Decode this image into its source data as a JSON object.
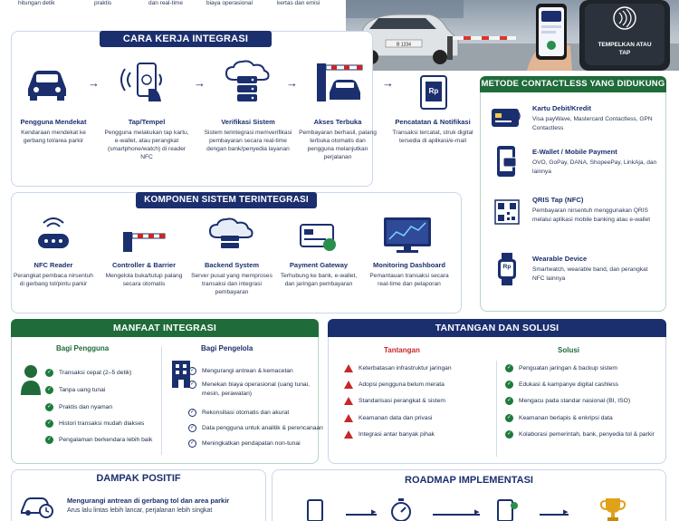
{
  "top_captions": [
    "hitungan detik",
    "praktis",
    "dan real-time",
    "biaya operasional",
    "kertas dan emisi"
  ],
  "hero": {
    "reader_text": "TEMPELKAN ATAU TAP",
    "plate": "B 1234"
  },
  "cara_kerja": {
    "title": "CARA KERJA INTEGRASI",
    "steps": [
      {
        "title": "Pengguna Mendekat",
        "desc": "Kendaraan mendekat ke gerbang tol/area parkir"
      },
      {
        "title": "Tap/Tempel",
        "desc": "Pengguna melakukan tap kartu, e-wallet, atau perangkat (smartphone/watch) di reader NFC"
      },
      {
        "title": "Verifikasi Sistem",
        "desc": "Sistem terintegrasi memverifikasi pembayaran secara real-time dengan bank/penyedia layanan"
      },
      {
        "title": "Akses Terbuka",
        "desc": "Pembayaran berhasil, palang terbuka otomatis dan pengguna melanjutkan perjalanan"
      },
      {
        "title": "Pencatatan & Notifikasi",
        "desc": "Transaksi tercatat, struk digital tersedia di aplikasi/e-mail"
      }
    ],
    "receipt_label": "Rp"
  },
  "metode": {
    "title": "METODE CONTACTLESS YANG DIDUKUNG",
    "items": [
      {
        "title": "Kartu Debit/Kredit",
        "desc": "Visa payWave, Mastercard Contactless, GPN Contactless"
      },
      {
        "title": "E-Wallet / Mobile Payment",
        "desc": "OVO, GoPay, DANA, ShopeePay, LinkAja, dan lainnya"
      },
      {
        "title": "QRIS Tap (NFC)",
        "desc": "Pembayaran nirsentuh menggunakan QRIS melalui aplikasi mobile banking atau e-wallet"
      },
      {
        "title": "Wearable Device",
        "desc": "Smartwatch, wearable band, dan perangkat NFC lainnya"
      }
    ],
    "watch_label": "Rp"
  },
  "komponen": {
    "title": "KOMPONEN SISTEM TERINTEGRASI",
    "items": [
      {
        "title": "NFC Reader",
        "desc": "Perangkat pembaca nirsentuh di gerbang tol/pintu parkir"
      },
      {
        "title": "Controller & Barrier",
        "desc": "Mengelola buka/tutup palang secara otomatis"
      },
      {
        "title": "Backend System",
        "desc": "Server pusat yang memproses transaksi dan integrasi pembayaran"
      },
      {
        "title": "Payment Gateway",
        "desc": "Terhubung ke bank, e-wallet, dan jaringan pembayaran"
      },
      {
        "title": "Monitoring Dashboard",
        "desc": "Pemantauan transaksi secara real-time dan pelaporan"
      }
    ]
  },
  "manfaat": {
    "title": "MANFAAT INTEGRASI",
    "pengguna_title": "Bagi Pengguna",
    "pengguna": [
      "Transaksi cepat (2–5 detik)",
      "Tanpa uang tunai",
      "Praktis dan nyaman",
      "Histori transaksi mudah diakses",
      "Pengalaman berkendara lebih baik"
    ],
    "pengelola_title": "Bagi Pengelola",
    "pengelola": [
      "Mengurangi antrean & kemacetan",
      "Menekan biaya operasional (uang tunai, mesin, perawatan)",
      "Rekonsiliasi otomatis dan akurat",
      "Data pengguna untuk analitik & perencanaan",
      "Meningkatkan pendapatan non-tunai"
    ]
  },
  "tantangan": {
    "title": "TANTANGAN DAN SOLUSI",
    "col_left": "Tantangan",
    "col_right": "Solusi",
    "left": [
      "Keterbatasan infrastruktur jaringan",
      "Adopsi pengguna belum merata",
      "Standarisasi perangkat & sistem",
      "Keamanan data dan privasi",
      "Integrasi antar banyak pihak"
    ],
    "right": [
      "Penguatan jaringan & backup sistem",
      "Edukasi & kampanye digital cashless",
      "Mengacu pada standar nasional (BI, ISO)",
      "Keamanan berlapis & enkripsi data",
      "Kolaborasi pemerintah, bank, penyedia tol & parkir"
    ]
  },
  "dampak": {
    "title": "DAMPAK POSITIF",
    "item_title": "Mengurangi antrean di gerbang tol dan area parkir",
    "item_desc": "Arus lalu lintas lebih lancar, perjalanan lebih singkat"
  },
  "roadmap": {
    "title": "ROADMAP IMPLEMENTASI"
  },
  "colors": {
    "navy": "#1b2f6e",
    "green": "#1f6b3a",
    "red": "#c62828"
  }
}
